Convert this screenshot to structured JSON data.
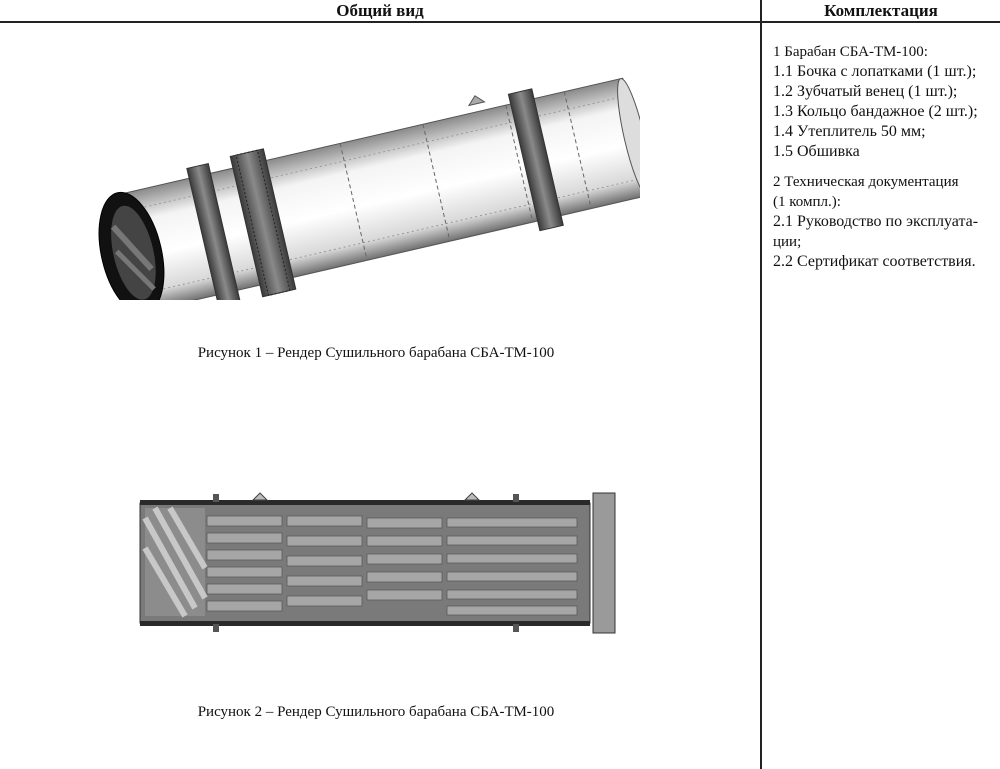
{
  "header": {
    "left_title": "Общий вид",
    "right_title": "Комплектация"
  },
  "figures": [
    {
      "caption": "Рисунок 1 – Рендер Сушильного барабана СБА-ТМ-100"
    },
    {
      "caption": "Рисунок 2 – Рендер Сушильного барабана СБА-ТМ-100"
    }
  ],
  "kit": {
    "group1_title": "1 Барабан СБА-ТМ-100:",
    "group1_items": [
      "1.1 Бочка с лопатками (1 шт.);",
      "1.2 Зубчатый венец (1 шт.);",
      "1.3 Кольцо бандажное (2 шт.);",
      "1.4 Утеплитель 50 мм;",
      "1.5 Обшивка"
    ],
    "group2_title_line1": "2 Техническая документация",
    "group2_title_line2": "(1 компл.):",
    "group2_items": [
      "2.1 Руководство по эксплуата-",
      "ции;",
      "2.2 Сертификат соответствия."
    ]
  }
}
